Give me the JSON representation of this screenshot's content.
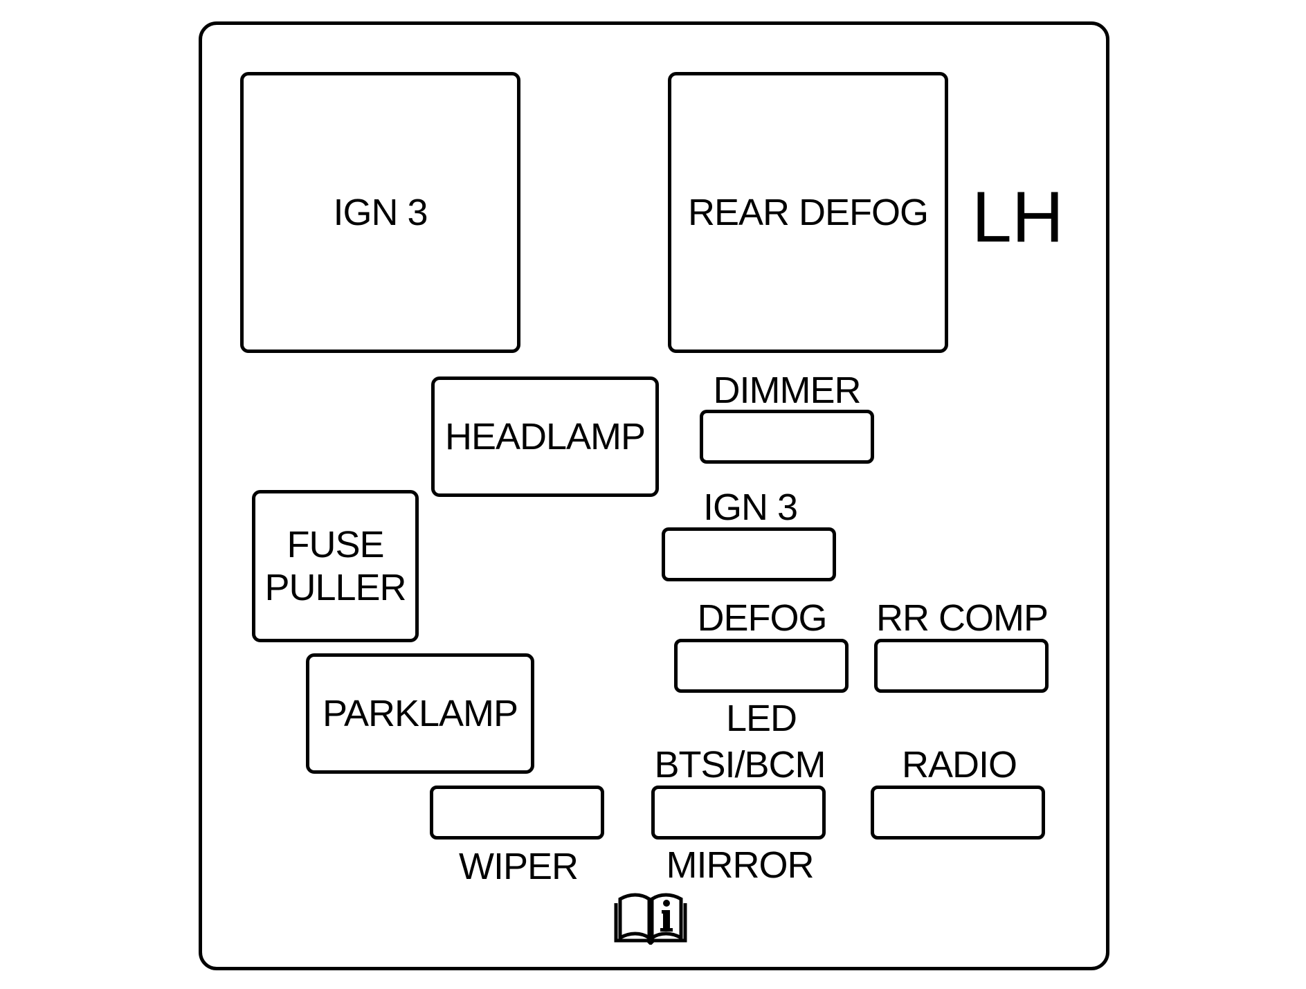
{
  "diagram": {
    "side_label": "LH",
    "relays": {
      "ign3_big": "IGN 3",
      "rear_defog": "REAR DEFOG",
      "headlamp": "HEADLAMP",
      "fuse_puller_line1": "FUSE",
      "fuse_puller_line2": "PULLER",
      "parklamp": "PARKLAMP"
    },
    "fuse_labels": {
      "dimmer": "DIMMER",
      "ign3": "IGN 3",
      "defog": "DEFOG",
      "rr_comp": "RR COMP",
      "led": "LED",
      "btsi_bcm": "BTSI/BCM",
      "radio": "RADIO",
      "wiper": "WIPER",
      "mirror": "MIRROR"
    },
    "icon": "owner-manual-info-icon"
  }
}
